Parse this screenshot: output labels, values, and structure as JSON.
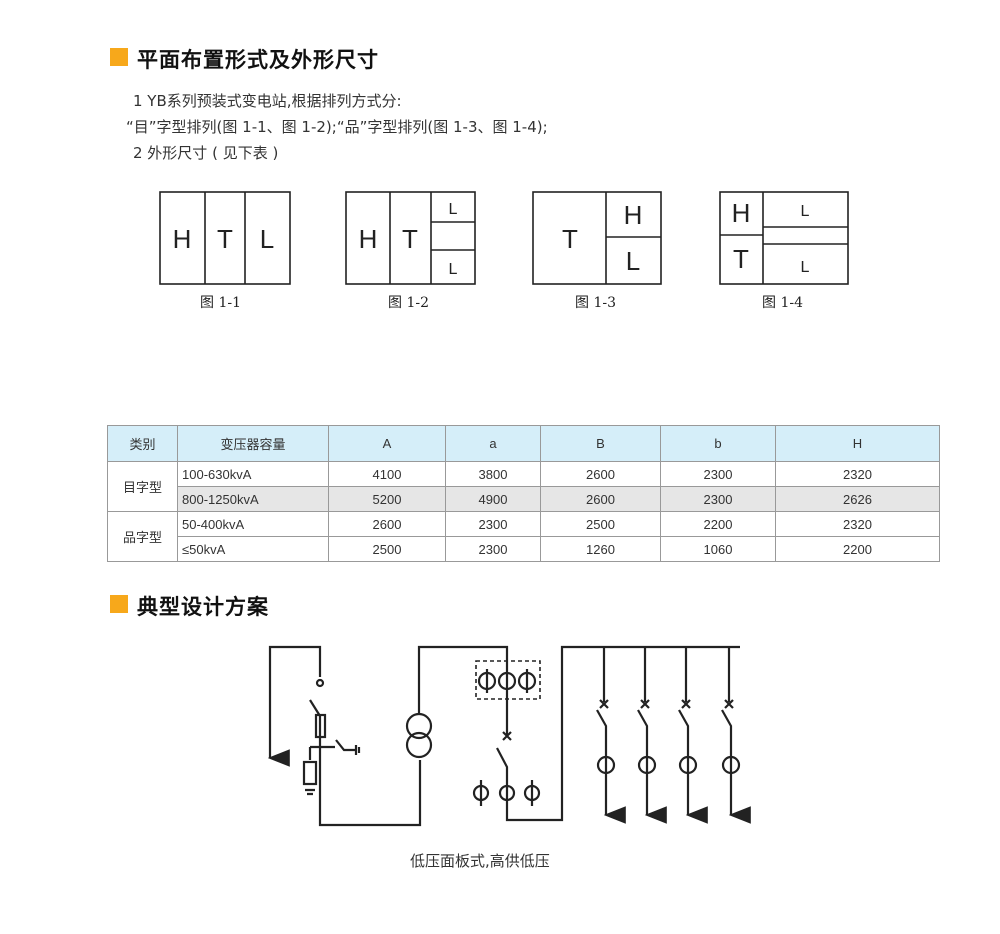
{
  "section1": {
    "title": "平面布置形式及外形尺寸",
    "lines": [
      "1 YB系列预装式变电站,根据排列方式分:",
      "“目”字型排列(图 1-1、图 1-2);“品”字型排列(图 1-3、图 1-4);",
      "2  外形尺寸 ( 见下表 )"
    ]
  },
  "figures": [
    {
      "caption": "图 1-1",
      "labels": [
        "H",
        "T",
        "L"
      ]
    },
    {
      "caption": "图 1-2",
      "labels": [
        "H",
        "T",
        "L",
        "L"
      ]
    },
    {
      "caption": "图 1-3",
      "labels": [
        "T",
        "H",
        "L"
      ]
    },
    {
      "caption": "图 1-4",
      "labels": [
        "H",
        "L",
        "T",
        "L"
      ]
    }
  ],
  "table": {
    "headers": [
      "类别",
      "变压器容量",
      "A",
      "a",
      "B",
      "b",
      "H"
    ],
    "groups": [
      {
        "name": "目字型",
        "rows": [
          [
            "100-630kvA",
            "4100",
            "3800",
            "2600",
            "2300",
            "2320"
          ],
          [
            "800-1250kvA",
            "5200",
            "4900",
            "2600",
            "2300",
            "2626"
          ]
        ]
      },
      {
        "name": "品字型",
        "rows": [
          [
            "50-400kvA",
            "2600",
            "2300",
            "2500",
            "2200",
            "2320"
          ],
          [
            "≤50kvA",
            "2500",
            "2300",
            "1260",
            "1060",
            "2200"
          ]
        ]
      }
    ]
  },
  "section2": {
    "title": "典型设计方案",
    "caption": "低压面板式,高供低压"
  },
  "colors": {
    "accent": "#f7a81b",
    "header_bg": "#d5eef9",
    "stripe": "#e6e6e6"
  }
}
